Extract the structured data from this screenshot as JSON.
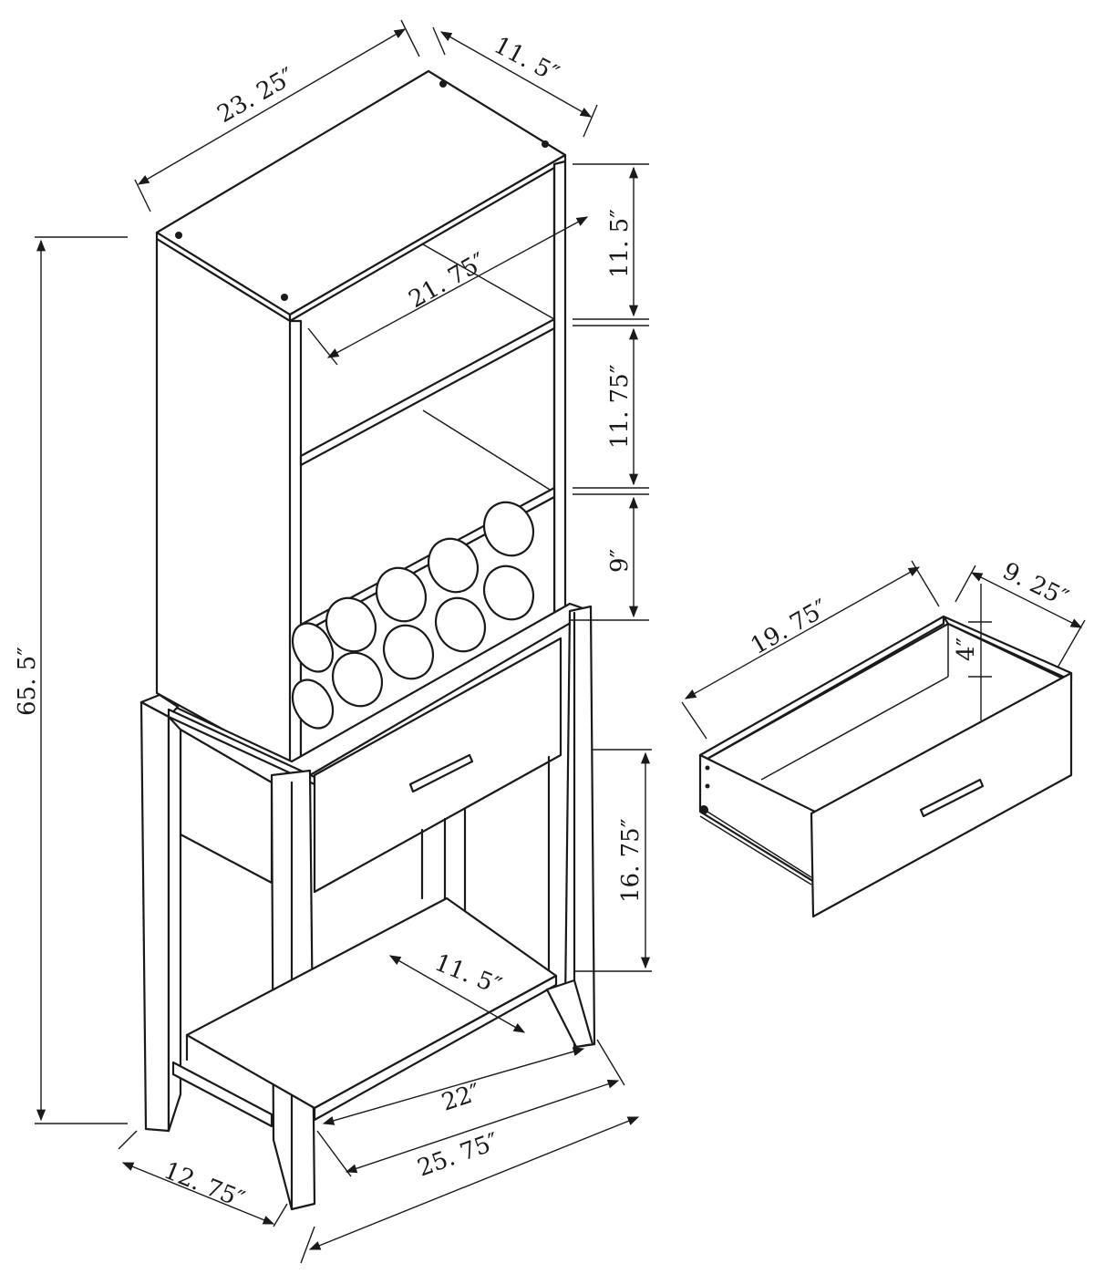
{
  "diagram": {
    "cabinet_dimensions": {
      "top_width": "23. 25″",
      "top_depth": "11. 5″",
      "inner_shelf_width": "21. 75″",
      "top_shelf_height": "11. 5″",
      "middle_shelf_height": "11. 75″",
      "wine_rack_height": "9″",
      "total_height": "65. 5″",
      "base_height": "16. 75″",
      "lower_shelf_depth": "11. 5″",
      "lower_shelf_width": "22″",
      "base_width": "25. 75″",
      "base_depth": "12. 75″"
    },
    "drawer_dimensions": {
      "width": "19. 75″",
      "depth": "9. 25″",
      "height": "4″"
    }
  }
}
